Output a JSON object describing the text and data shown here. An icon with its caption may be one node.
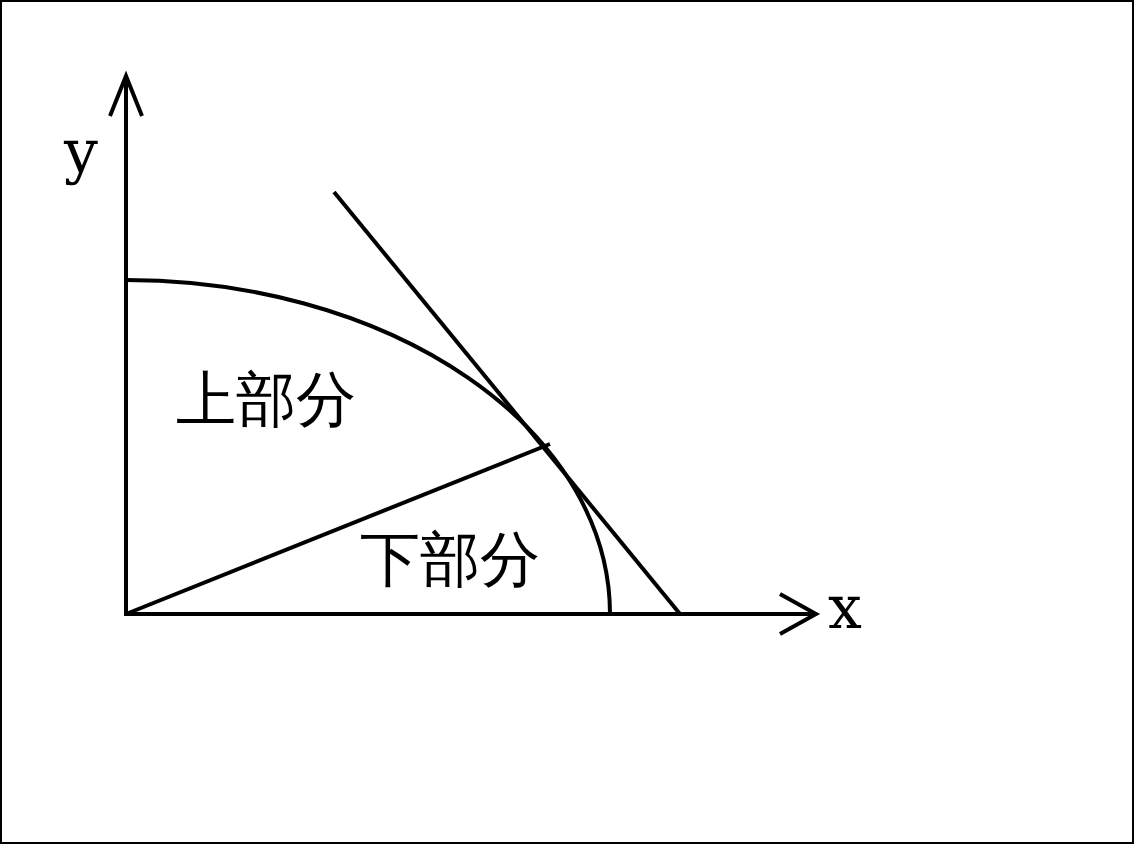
{
  "diagram": {
    "labels": [
      "y",
      "上部分",
      "下部分",
      "x"
    ]
  }
}
